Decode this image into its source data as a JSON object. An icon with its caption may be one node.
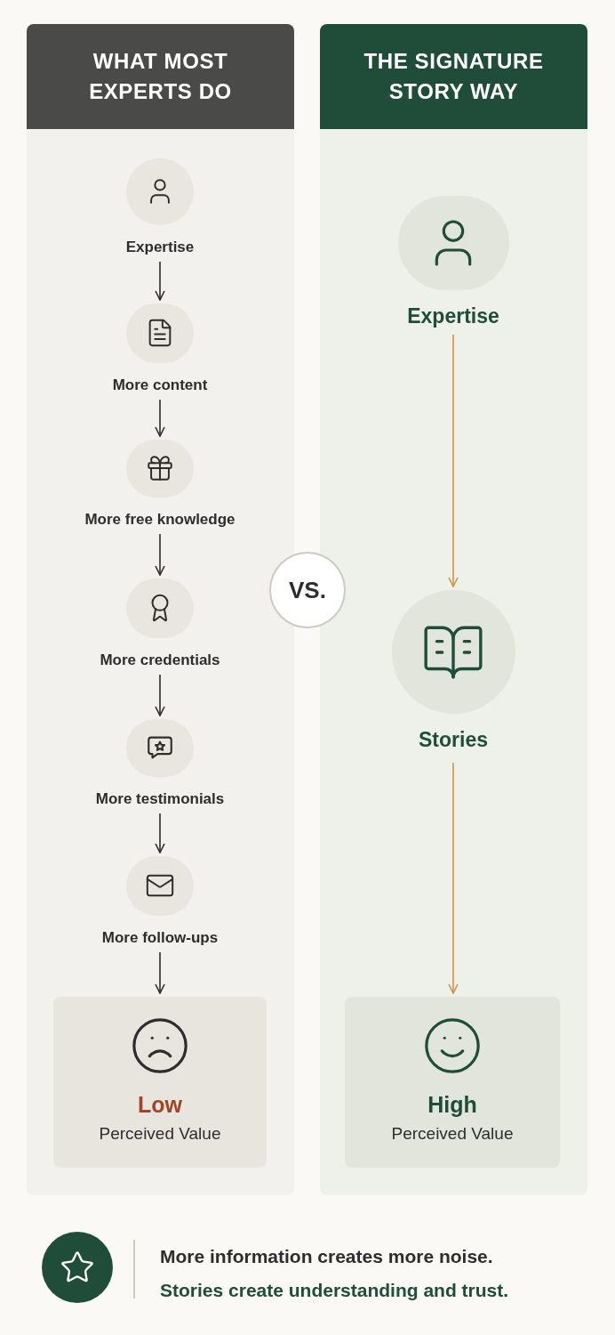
{
  "diagram": {
    "nodes": [
      {
        "text": [
          "WHAT MOST EXPERTS DO"
        ]
      },
      {
        "text": [
          "THE SIGNATURE STORY WAY"
        ]
      },
      {
        "text": [
          "Expertise"
        ],
        "in": 0
      },
      {
        "text": [
          "More content"
        ],
        "in": 0
      },
      {
        "text": [
          "More free knowledge"
        ],
        "in": 0
      },
      {
        "text": [
          "More credentials"
        ],
        "in": 0
      },
      {
        "text": [
          "More testimonials"
        ],
        "in": 0
      },
      {
        "text": [
          "More follow-ups"
        ],
        "in": 0
      },
      {
        "text": [
          "Low",
          "Perceived Value"
        ],
        "in": 0
      },
      {
        "text": [
          "Expertise"
        ],
        "in": 1
      },
      {
        "text": [
          "Stories"
        ],
        "in": 1
      },
      {
        "text": [
          "High",
          "Perceived Value"
        ],
        "in": 1
      },
      {
        "text": [
          "VS."
        ]
      }
    ],
    "edges": [
      {
        "from": 2,
        "to": 3,
        "arrow": "to"
      },
      {
        "from": 3,
        "to": 4,
        "arrow": "to"
      },
      {
        "from": 4,
        "to": 5,
        "arrow": "to"
      },
      {
        "from": 5,
        "to": 6,
        "arrow": "to"
      },
      {
        "from": 6,
        "to": 7,
        "arrow": "to"
      },
      {
        "from": 7,
        "to": 8,
        "arrow": "to"
      },
      {
        "from": 9,
        "to": 10,
        "arrow": "to",
        "color": "#c9964a"
      },
      {
        "from": 10,
        "to": 11,
        "arrow": "to",
        "color": "#c9964a"
      }
    ],
    "labels": [
      "More information creates more noise.",
      "Stories create **understanding** and **trust**."
    ]
  }
}
